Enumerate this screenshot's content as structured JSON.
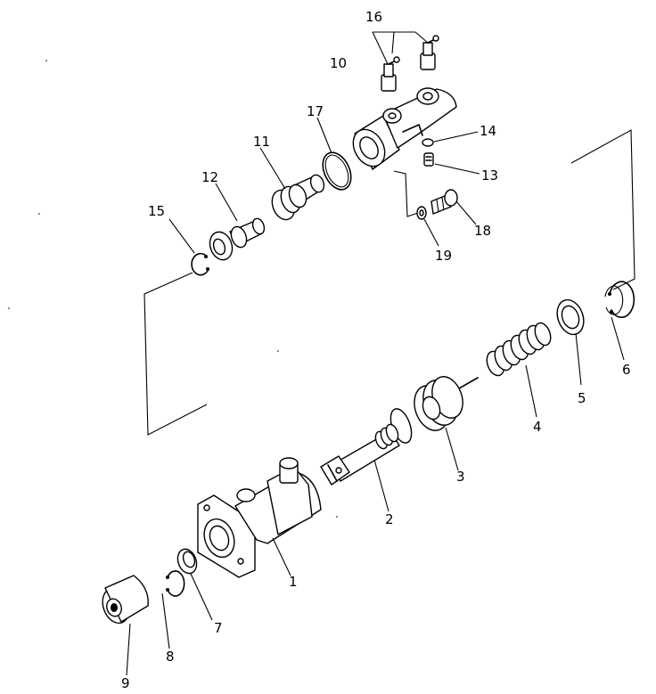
{
  "diagram": {
    "callouts": [
      {
        "id": "p1",
        "label": "1"
      },
      {
        "id": "p2",
        "label": "2"
      },
      {
        "id": "p3",
        "label": "3"
      },
      {
        "id": "p4",
        "label": "4"
      },
      {
        "id": "p5",
        "label": "5"
      },
      {
        "id": "p6",
        "label": "6"
      },
      {
        "id": "p7",
        "label": "7"
      },
      {
        "id": "p8",
        "label": "8"
      },
      {
        "id": "p9",
        "label": "9"
      },
      {
        "id": "p10",
        "label": "10"
      },
      {
        "id": "p11",
        "label": "11"
      },
      {
        "id": "p12",
        "label": "12"
      },
      {
        "id": "p13",
        "label": "13"
      },
      {
        "id": "p14",
        "label": "14"
      },
      {
        "id": "p15",
        "label": "15"
      },
      {
        "id": "p16",
        "label": "16"
      },
      {
        "id": "p17",
        "label": "17"
      },
      {
        "id": "p18",
        "label": "18"
      },
      {
        "id": "p19",
        "label": "19"
      }
    ]
  }
}
